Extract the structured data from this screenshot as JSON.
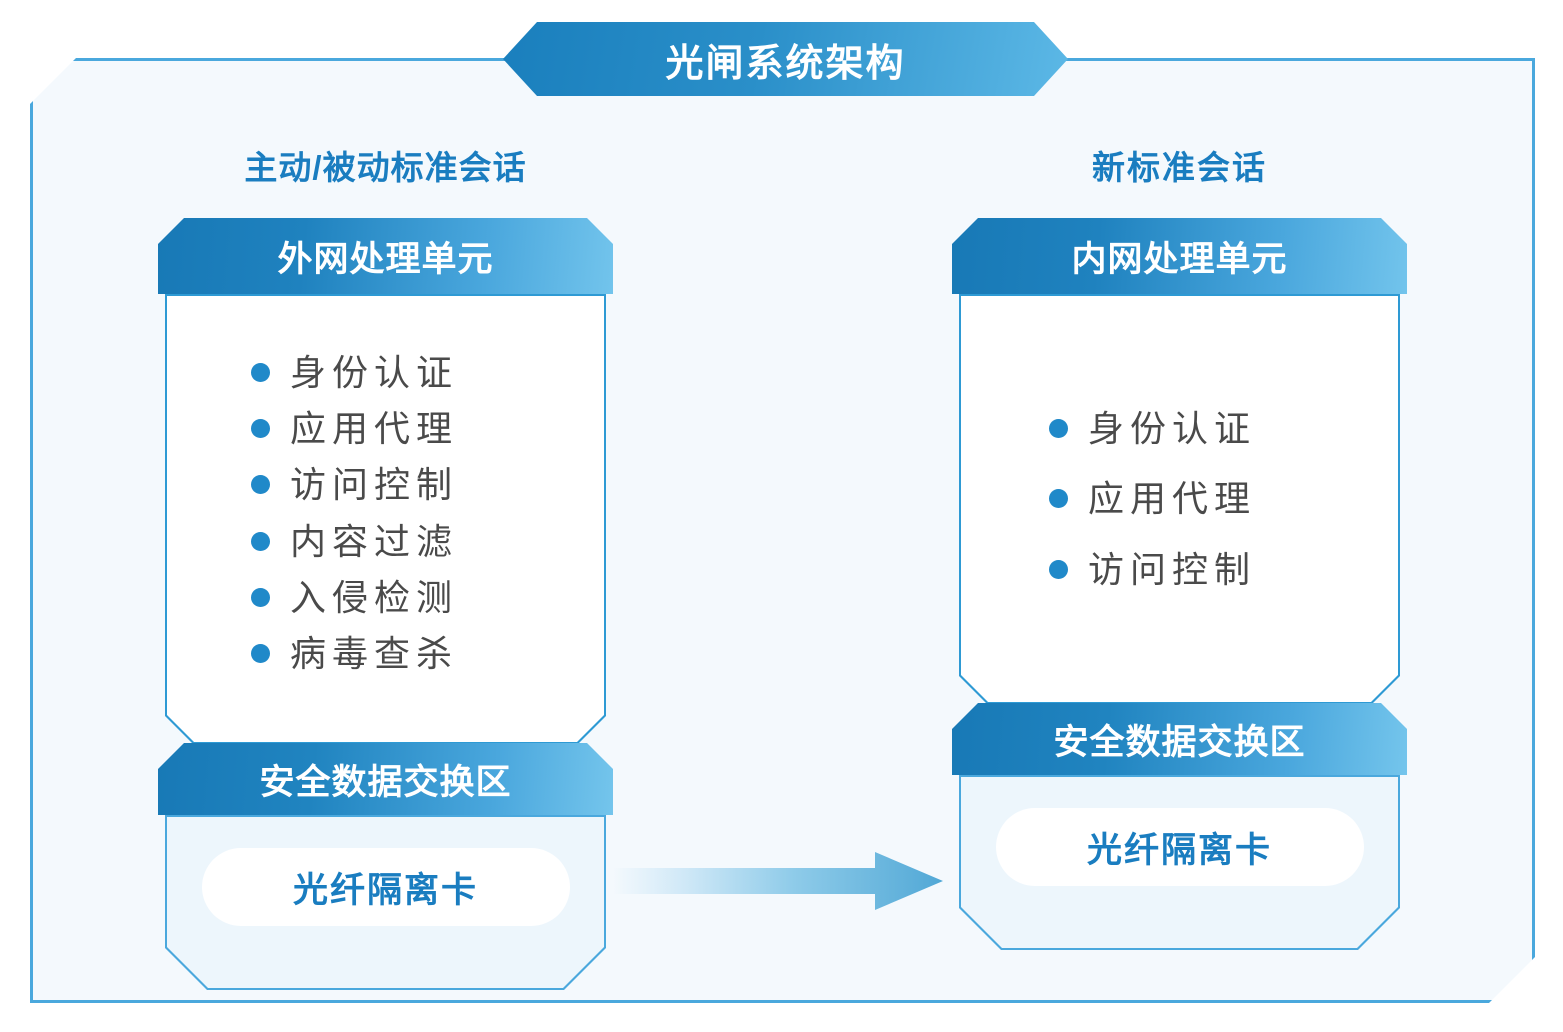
{
  "title": {
    "text": "光闸系统架构"
  },
  "colors": {
    "frame_border": "#4aa8dd",
    "frame_bg": "#f4f9fd",
    "header_dark": "#1879b6",
    "header_light": "#74c5ec",
    "accent_text": "#1a7dc0",
    "bullet": "#2089c9",
    "list_text": "#4a4a4a",
    "zone_bg": "#edf6fc",
    "arrow": "#4aa8dd"
  },
  "columns": [
    {
      "id": "left",
      "session_title": "主动/被动标准会话",
      "unit": {
        "header": "外网处理单元",
        "features": [
          "身份认证",
          "应用代理",
          "访问控制",
          "内容过滤",
          "入侵检测",
          "病毒查杀"
        ]
      },
      "zone": {
        "header": "安全数据交换区",
        "card": "光纤隔离卡"
      }
    },
    {
      "id": "right",
      "session_title": "新标准会话",
      "unit": {
        "header": "内网处理单元",
        "features": [
          "身份认证",
          "应用代理",
          "访问控制"
        ]
      },
      "zone": {
        "header": "安全数据交换区",
        "card": "光纤隔离卡"
      }
    }
  ],
  "flow": {
    "direction": "left-to-right",
    "icon": "right-arrow-icon"
  }
}
